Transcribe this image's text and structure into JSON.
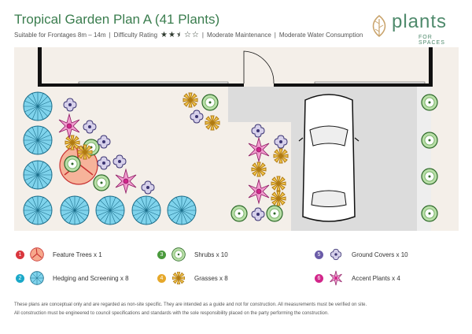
{
  "header": {
    "title": "Tropical Garden Plan A (41 Plants)",
    "subtitle_parts": [
      "Suitable for Frontages 8m – 14m",
      "|",
      "Difficulty Rating",
      "|",
      "Moderate Maintenance",
      "|",
      "Moderate Water Consumption"
    ],
    "difficulty_rating": 2.5,
    "difficulty_max": 5
  },
  "logo": {
    "name": "plants",
    "tagline": "FOR SPACES",
    "icon": "leaf-icon",
    "color": "#4f8a6c"
  },
  "legend": [
    {
      "num": "1",
      "label": "Feature Trees x 1",
      "color": "#d9363e",
      "icon": "feature-tree-icon"
    },
    {
      "num": "3",
      "label": "Shrubs x 10",
      "color": "#4a9a3c",
      "icon": "shrub-icon"
    },
    {
      "num": "5",
      "label": "Ground Covers x 10",
      "color": "#6a5ba8",
      "icon": "ground-cover-icon"
    },
    {
      "num": "2",
      "label": "Hedging and Screening x 8",
      "color": "#1aa8c8",
      "icon": "hedge-icon"
    },
    {
      "num": "4",
      "label": "Grasses x 8",
      "color": "#e6a82a",
      "icon": "grass-icon"
    },
    {
      "num": "6",
      "label": "Accent Plants x 4",
      "color": "#d2268a",
      "icon": "accent-plant-icon"
    }
  ],
  "disclaimer": [
    "These plans are conceptual only and are regarded as non-site specific. They are intended as a guide and not for construction. All measurements must be verified on site.",
    "All construction must be engineered to council specifications and standards with the sole responsibility placed on the party performing the construction."
  ],
  "colors": {
    "title": "#3a7d4e",
    "garden_bed": "#f4efe9",
    "driveway": "#dcdcdc",
    "wall": "#111111"
  }
}
